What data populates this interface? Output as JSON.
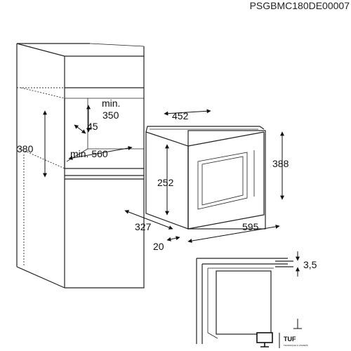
{
  "header": {
    "code": "PSGBMC180DE00007"
  },
  "dimensions": {
    "cabinet_min_height_label": "min.",
    "cabinet_min_height_value": "350",
    "angle_45": "45",
    "cabinet_height": "380",
    "cabinet_min_width_label": "min. 560",
    "appliance_depth": "452",
    "appliance_inner_height": "252",
    "appliance_height": "388",
    "appliance_width": "595",
    "appliance_depth_side": "327",
    "door_offset": "20",
    "detail_gap": "3,5"
  },
  "watermark": {
    "brand": "TUF",
    "tagline": "TECHNIQUE & UNIVERS"
  }
}
